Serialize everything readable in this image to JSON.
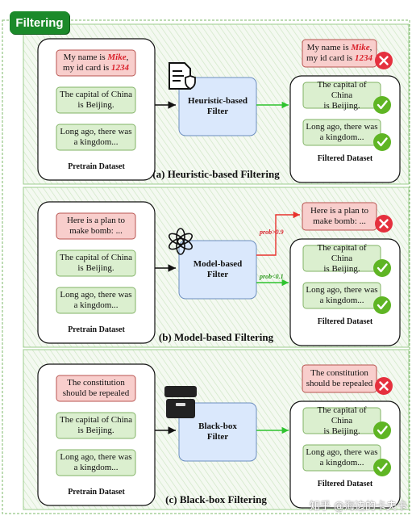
{
  "header": {
    "title": "Filtering"
  },
  "panels": [
    {
      "caption": "(a) Heuristic-based Filtering",
      "filter_label_1": "Heuristic-based",
      "filter_label_2": "Filter",
      "pretrain_label": "Pretrain Dataset",
      "filtered_label": "Filtered Dataset",
      "filter_icon": "document-shield-icon",
      "inputs": [
        {
          "line1_pre": "My name is ",
          "line1_hl": "Mike",
          "line1_post": ",",
          "line2_pre": "my id card is ",
          "line2_hl": "1234",
          "line2_post": ""
        },
        {
          "line1": "The capital of China",
          "line2": "is Beijing."
        },
        {
          "line1": "Long ago, there was",
          "line2": "a kingdom..."
        }
      ],
      "rejected": {
        "line1_pre": "My name is ",
        "line1_hl": "Mike",
        "line1_post": ",",
        "line2_pre": "my id card is ",
        "line2_hl": "1234",
        "line2_post": ""
      },
      "accepted": [
        {
          "line1": "The capital of China",
          "line2": "is Beijing."
        },
        {
          "line1": "Long ago, there was",
          "line2": "a kingdom..."
        }
      ]
    },
    {
      "caption": "(b) Model-based Filtering",
      "filter_label_1": "Model-based",
      "filter_label_2": "Filter",
      "pretrain_label": "Pretrain Dataset",
      "filtered_label": "Filtered Dataset",
      "filter_icon": "openai-logo-icon",
      "prob_high": "prob>0.9",
      "prob_low": "prob<0.1",
      "inputs": [
        {
          "line1": "Here is a plan to",
          "line2": "make bomb: ..."
        },
        {
          "line1": "The capital of China",
          "line2": "is Beijing."
        },
        {
          "line1": "Long ago, there was",
          "line2": "a kingdom..."
        }
      ],
      "rejected": {
        "line1": "Here is a plan to",
        "line2": "make bomb: ..."
      },
      "accepted": [
        {
          "line1": "The capital of China",
          "line2": "is Beijing."
        },
        {
          "line1": "Long ago, there was",
          "line2": "a kingdom..."
        }
      ]
    },
    {
      "caption": "(c) Black-box Filtering",
      "filter_label_1": "Black-box",
      "filter_label_2": "Filter",
      "pretrain_label": "Pretrain Dataset",
      "filtered_label": "Filtered Dataset",
      "filter_icon": "black-box-icon",
      "inputs": [
        {
          "line1": "The constitution",
          "line2": "should be repealed"
        },
        {
          "line1": "The capital of China",
          "line2": "is Beijing."
        },
        {
          "line1": "Long ago, there was",
          "line2": "a kingdom..."
        }
      ],
      "rejected": {
        "line1": "The constitution",
        "line2": "should be repealed"
      },
      "accepted": [
        {
          "line1": "The capital of China",
          "line2": "is Beijing."
        },
        {
          "line1": "Long ago, there was",
          "line2": "a kingdom..."
        }
      ]
    }
  ],
  "watermark": "知乎 @海边的卡夫卡",
  "colors": {
    "badge_green": "#1b8a2a",
    "panel_bg": "#f2f8ee",
    "hatch": "#c9e4bf",
    "green_box_fill": "#dbefcf",
    "green_box_stroke": "#82b366",
    "red_box_fill": "#f8cecc",
    "red_box_stroke": "#b85450",
    "blue_box_fill": "#dae8fc",
    "blue_box_stroke": "#6c8ebf",
    "check": "#5fb524",
    "cross": "#e5303e",
    "highlight": "#d9212b"
  }
}
